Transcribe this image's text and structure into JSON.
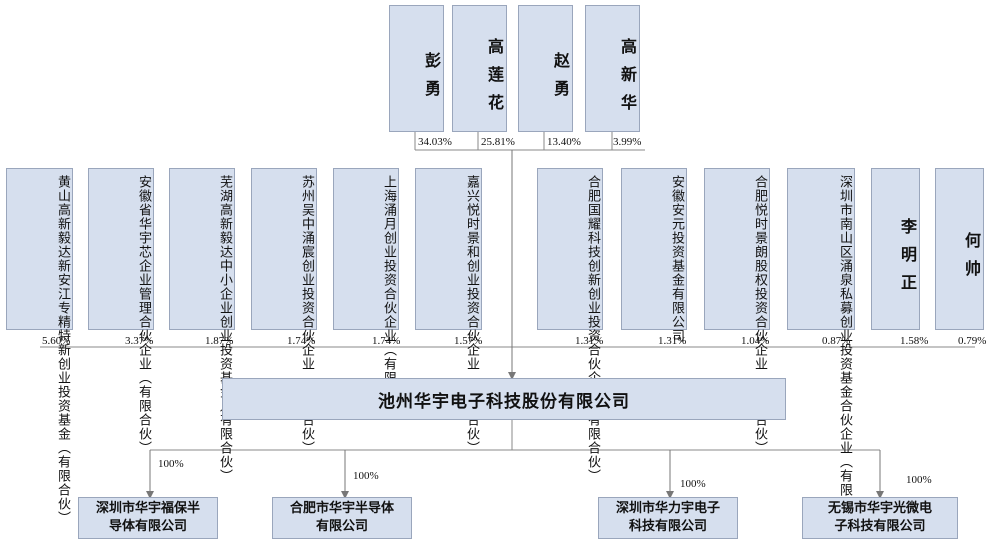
{
  "top_shareholders": [
    {
      "name": "彭勇",
      "pct": "34.03%"
    },
    {
      "name": "高莲花",
      "pct": "25.81%"
    },
    {
      "name": "赵勇",
      "pct": "13.40%"
    },
    {
      "name": "高新华",
      "pct": "3.99%"
    }
  ],
  "shareholders": [
    {
      "cols": [
        "黄山高新毅达新安江专",
        "精特新创业投资基金",
        "（有限合伙）"
      ],
      "pct": "5.60%"
    },
    {
      "cols": [
        "安徽省华宇芯企业管理",
        "合伙企业",
        "（有限合伙）"
      ],
      "pct": "3.37%"
    },
    {
      "cols": [
        "芜湖高新毅达中小企业",
        "创业投资基金",
        "（有限合伙）"
      ],
      "pct": "1.87%"
    },
    {
      "cols": [
        "苏州吴中涌宸创业投资",
        "合伙企业",
        "（有限合伙）"
      ],
      "pct": "1.74%"
    },
    {
      "cols": [
        "上海涌月创业投资",
        "合伙企业",
        "（有限合伙）"
      ],
      "pct": "1.74%"
    },
    {
      "cols": [
        "嘉兴悦时景和创业投资",
        "合伙企业",
        "（有限合伙）"
      ],
      "pct": "1.57%"
    },
    {
      "cols": [
        "合肥国耀科技创新创业",
        "投资合伙企业",
        "（有限合伙）"
      ],
      "pct": "1.31%"
    },
    {
      "cols": [
        "安徽安元投资基金",
        "有限公司"
      ],
      "pct": "1.31%"
    },
    {
      "cols": [
        "合肥悦时景朗股权",
        "投资合伙企业",
        "（有限合伙）"
      ],
      "pct": "1.04%"
    },
    {
      "cols": [
        "深圳市南山区涌泉私募",
        "创业投资基金合伙企业",
        "（有限合伙）"
      ],
      "pct": "0.87%"
    },
    {
      "cols": [
        "李明正"
      ],
      "pct": "1.58%"
    },
    {
      "cols": [
        "何帅"
      ],
      "pct": "0.79%"
    }
  ],
  "company": "池州华宇电子科技股份有限公司",
  "subsidiaries": [
    {
      "line1": "深圳市华宇福保半",
      "line2": "导体有限公司",
      "pct": "100%"
    },
    {
      "line1": "合肥市华宇半导体",
      "line2": "有限公司",
      "pct": "100%"
    },
    {
      "line1": "深圳市华力宇电子",
      "line2": "科技有限公司",
      "pct": "100%"
    },
    {
      "line1": "无锡市华宇光微电",
      "line2": "子科技有限公司",
      "pct": "100%"
    }
  ]
}
